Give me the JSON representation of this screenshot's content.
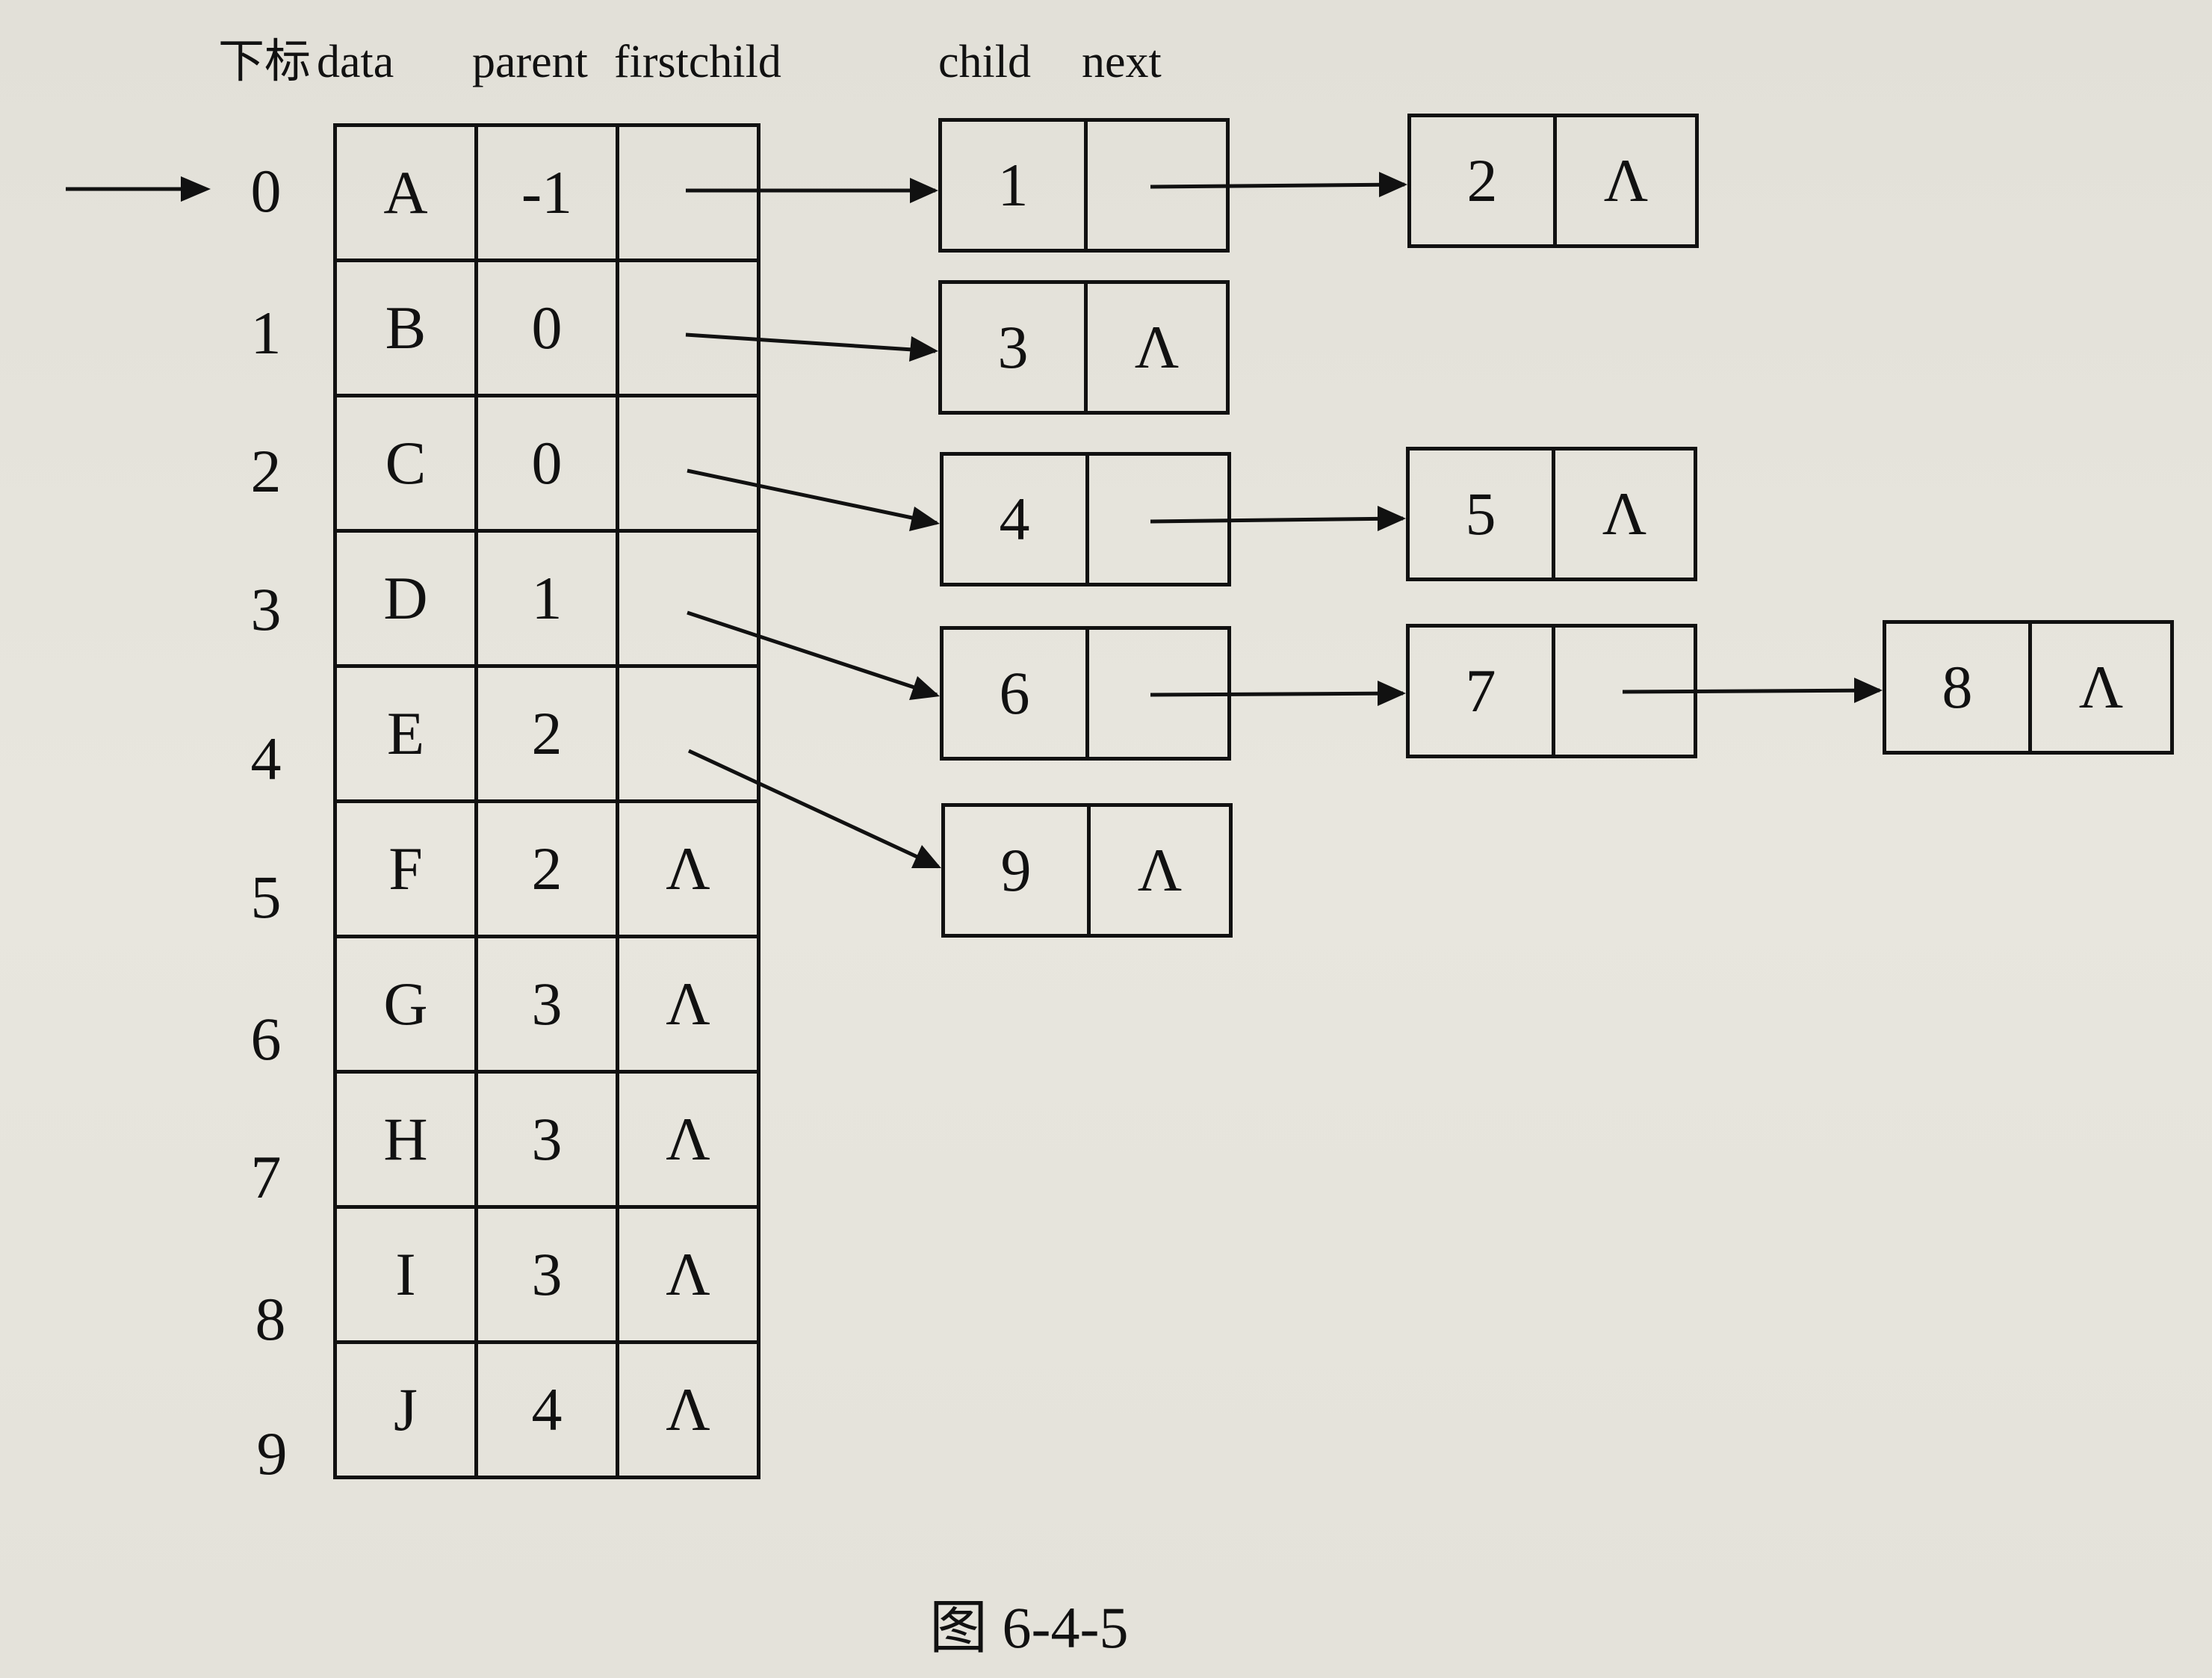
{
  "headers": {
    "index": "下标",
    "data": "data",
    "parent": "parent",
    "firstchild": "firstchild",
    "child": "child",
    "next": "next"
  },
  "null_symbol": "Λ",
  "rows": [
    {
      "index": "0",
      "data": "A",
      "parent": "-1",
      "firstchild": ""
    },
    {
      "index": "1",
      "data": "B",
      "parent": "0",
      "firstchild": ""
    },
    {
      "index": "2",
      "data": "C",
      "parent": "0",
      "firstchild": ""
    },
    {
      "index": "3",
      "data": "D",
      "parent": "1",
      "firstchild": ""
    },
    {
      "index": "4",
      "data": "E",
      "parent": "2",
      "firstchild": ""
    },
    {
      "index": "5",
      "data": "F",
      "parent": "2",
      "firstchild": "Λ"
    },
    {
      "index": "6",
      "data": "G",
      "parent": "3",
      "firstchild": "Λ"
    },
    {
      "index": "7",
      "data": "H",
      "parent": "3",
      "firstchild": "Λ"
    },
    {
      "index": "8",
      "data": "I",
      "parent": "3",
      "firstchild": "Λ"
    },
    {
      "index": "9",
      "data": "J",
      "parent": "4",
      "firstchild": "Λ"
    }
  ],
  "child_lists": [
    {
      "row": "0",
      "nodes": [
        {
          "child": "1",
          "next": ""
        },
        {
          "child": "2",
          "next": "Λ"
        }
      ]
    },
    {
      "row": "1",
      "nodes": [
        {
          "child": "3",
          "next": "Λ"
        }
      ]
    },
    {
      "row": "2",
      "nodes": [
        {
          "child": "4",
          "next": ""
        },
        {
          "child": "5",
          "next": "Λ"
        }
      ]
    },
    {
      "row": "3",
      "nodes": [
        {
          "child": "6",
          "next": ""
        },
        {
          "child": "7",
          "next": ""
        },
        {
          "child": "8",
          "next": "Λ"
        }
      ]
    },
    {
      "row": "4",
      "nodes": [
        {
          "child": "9",
          "next": "Λ"
        }
      ]
    }
  ],
  "caption": {
    "prefix": "图",
    "number": "6-4-5"
  }
}
